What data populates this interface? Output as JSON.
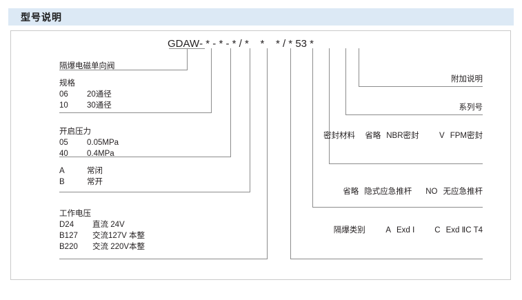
{
  "header": {
    "title": "型号说明"
  },
  "model_code": {
    "prefix": "GDAW",
    "tokens": [
      "GDAW",
      "-",
      "*",
      "-",
      "*",
      "-",
      "*",
      "/",
      "*",
      "*",
      "*",
      "/",
      "*",
      "53",
      "*"
    ],
    "display": "GDAW- * - * - * / *    *    * / * 53 *",
    "series_number": "53"
  },
  "left_labels": {
    "product_name": {
      "title": "隔爆电磁单向阀"
    },
    "specification": {
      "title": "规格",
      "rows": [
        {
          "code": "06",
          "desc": "20通径"
        },
        {
          "code": "10",
          "desc": "30通径"
        }
      ]
    },
    "cracking_pressure": {
      "title": "开启压力",
      "rows": [
        {
          "code": "05",
          "desc": "0.05MPa"
        },
        {
          "code": "40",
          "desc": "0.4MPa"
        }
      ]
    },
    "valve_mode": {
      "title": "",
      "rows": [
        {
          "code": "A",
          "desc": "常闭"
        },
        {
          "code": "B",
          "desc": "常开"
        }
      ]
    },
    "working_voltage": {
      "title": "工作电压",
      "rows": [
        {
          "code": "D24",
          "desc": "直流 24V"
        },
        {
          "code": "B127",
          "desc": "交流127V 本整"
        },
        {
          "code": "B220",
          "desc": "交流 220V本整"
        }
      ]
    }
  },
  "right_labels": {
    "additional_note": {
      "title": "附加说明"
    },
    "series_no": {
      "title": "系列号"
    },
    "seal_material": {
      "title": "密封材料",
      "rows": [
        {
          "code": "省略",
          "desc": "NBR密封"
        },
        {
          "code": "V",
          "desc": "FPM密封"
        }
      ]
    },
    "push_rod": {
      "title": "",
      "rows": [
        {
          "code": "省略",
          "desc": "隐式应急推杆"
        },
        {
          "code": "NO",
          "desc": "无应急推杆"
        }
      ]
    },
    "explosion_class": {
      "title": "隔爆类别",
      "rows": [
        {
          "code": "A",
          "desc": "Exd Ⅰ"
        },
        {
          "code": "C",
          "desc": "Exd ⅡC T4"
        }
      ]
    }
  },
  "colors": {
    "header_bg": "#dce9f5",
    "frame_border": "#c9c9c9",
    "leader_line": "#8c8c8c",
    "text": "#231f20"
  }
}
